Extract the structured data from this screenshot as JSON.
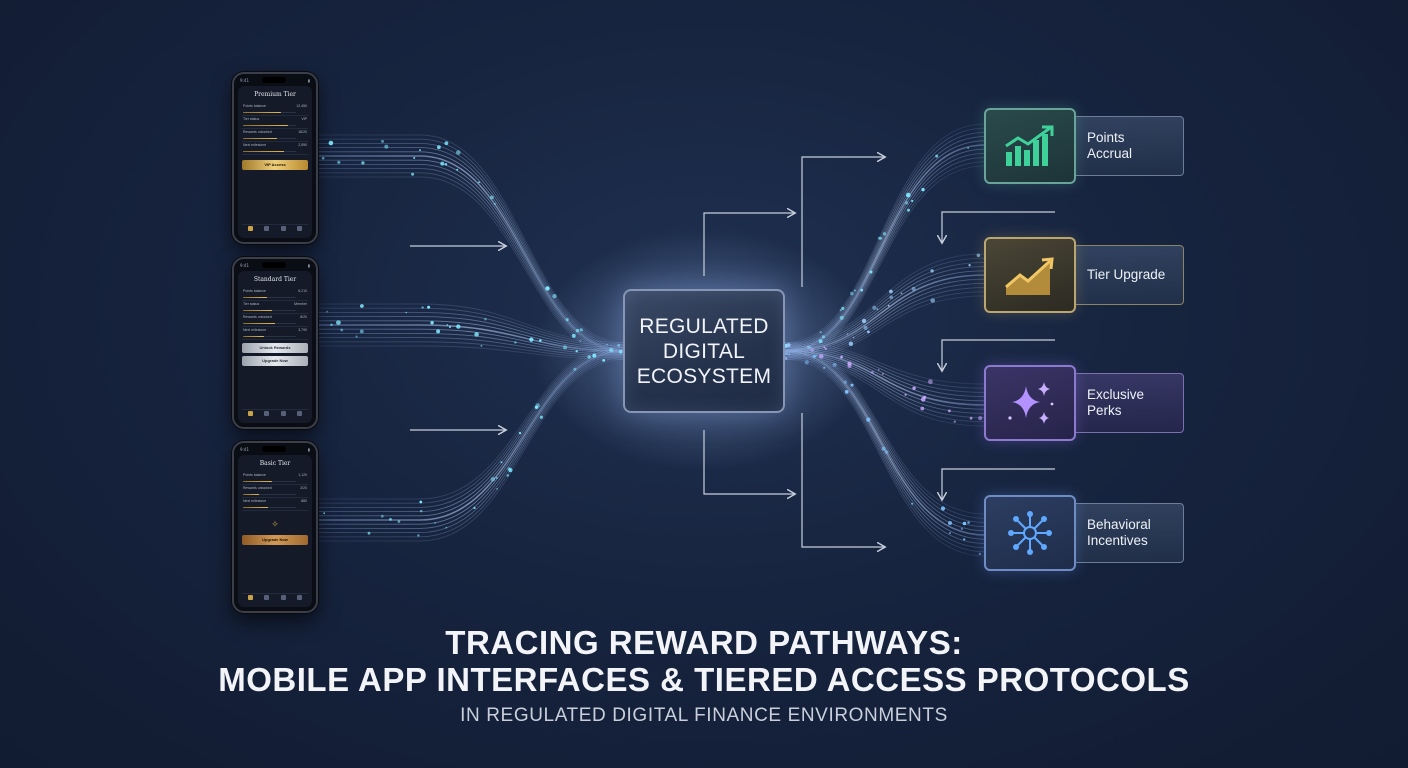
{
  "phones": [
    {
      "id": "premium",
      "title": "Premium Tier",
      "status_time": "9:41",
      "rows": [
        {
          "label": "Points balance",
          "value": "12,450",
          "progress": 0.72
        },
        {
          "label": "Tier status",
          "value": "VIP",
          "progress": 0.85
        },
        {
          "label": "Rewards unlocked",
          "value": "18/20",
          "progress": 0.64
        },
        {
          "label": "Next milestone",
          "value": "2,550",
          "progress": 0.78
        }
      ],
      "cta": "VIP Access",
      "cta_style": "gold"
    },
    {
      "id": "standard",
      "title": "Standard Tier",
      "status_time": "9:41",
      "rows": [
        {
          "label": "Points balance",
          "value": "6,210",
          "progress": 0.45
        },
        {
          "label": "Tier status",
          "value": "Member",
          "progress": 0.55
        },
        {
          "label": "Rewards unlocked",
          "value": "8/20",
          "progress": 0.6
        },
        {
          "label": "Next milestone",
          "value": "3,790",
          "progress": 0.4
        }
      ],
      "cta": "Unlock Rewards",
      "cta2": "Upgrade Now",
      "cta_style": "silver"
    },
    {
      "id": "basic",
      "title": "Basic Tier",
      "status_time": "9:41",
      "rows": [
        {
          "label": "Points balance",
          "value": "1,120",
          "progress": 0.55
        },
        {
          "label": "Rewards unlocked",
          "value": "2/20",
          "progress": 0.3
        },
        {
          "label": "Next milestone",
          "value": "880",
          "progress": 0.48
        }
      ],
      "cta": "Upgrade Now",
      "cta_style": "bronze"
    }
  ],
  "center": {
    "text": "REGULATED\nDIGITAL\nECOSYSTEM"
  },
  "outcomes": [
    {
      "id": "points",
      "label": "Points\nAccrual",
      "icon": "bar-chart-growth-icon",
      "accent": "#3fd19a"
    },
    {
      "id": "tier",
      "label": "Tier Upgrade",
      "icon": "trend-up-chart-icon",
      "accent": "#e0b44e"
    },
    {
      "id": "perks",
      "label": "Exclusive\nPerks",
      "icon": "sparkles-icon",
      "accent": "#b392ff"
    },
    {
      "id": "behavioral",
      "label": "Behavioral\nIncentives",
      "icon": "network-hub-icon",
      "accent": "#5fa8ff"
    }
  ],
  "titles": {
    "line1": "TRACING REWARD PATHWAYS:",
    "line2": "MOBILE APP INTERFACES & TIERED ACCESS PROTOCOLS",
    "line3": "IN REGULATED DIGITAL FINANCE ENVIRONMENTS"
  },
  "colors": {
    "background": "#17243f",
    "flow": "#9fc4ff",
    "glow_dot": "#7fe9ff",
    "gold": "#e2b95a"
  }
}
